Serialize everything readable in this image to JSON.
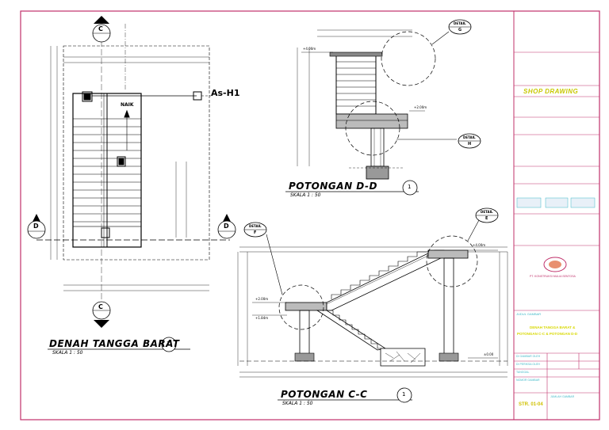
{
  "drawings": {
    "plan_title": "DENAH TANGGA BARAT",
    "plan_scale": "SKALA  1 : 50",
    "plan_number": "1",
    "section_dd_title": "POTONGAN D-D",
    "section_dd_scale": "SKALA  1 : 50",
    "section_dd_number": "1",
    "section_cc_title": "POTONGAN C-C",
    "section_cc_scale": "SKALA  1 : 50",
    "section_cc_number": "1"
  },
  "markers": {
    "section_c": "C",
    "section_d": "D",
    "grid_label": "As-H1",
    "naik_label": "NAIK",
    "detail_label": "DETAIL",
    "detail_g": "G",
    "detail_h": "H",
    "detail_e": "E",
    "detail_f": "F",
    "elev_top": "+4.00m",
    "elev_landing": "+2.00m",
    "elev_mid": "+1.84m",
    "elev_ground": "±0.00"
  },
  "title_block": {
    "shop_drawing": "SHOP DRAWING",
    "drawing_title_line1": "DENAH TANGGA BARAT &",
    "drawing_title_line2": "POTONGAN C-C & POTONGAN D-D",
    "drawing_number": "STR. 01-04",
    "contractor": "PT. KONSTRUKSI MULIA SENTOSA",
    "field_drawn": "DI GAMBAR OLEH",
    "field_checked": "DI PERIKSA OLEH",
    "field_date": "TANGGAL",
    "field_no": "NOMOR GAMBAR",
    "field_sheet": "JUMLAH GAMBAR",
    "field_title": "JUDUL GAMBAR"
  },
  "colors": {
    "border": "#c0306a",
    "line": "#000000",
    "accent_yellow": "#d8d800",
    "accent_cyan": "#3fb9c8"
  }
}
